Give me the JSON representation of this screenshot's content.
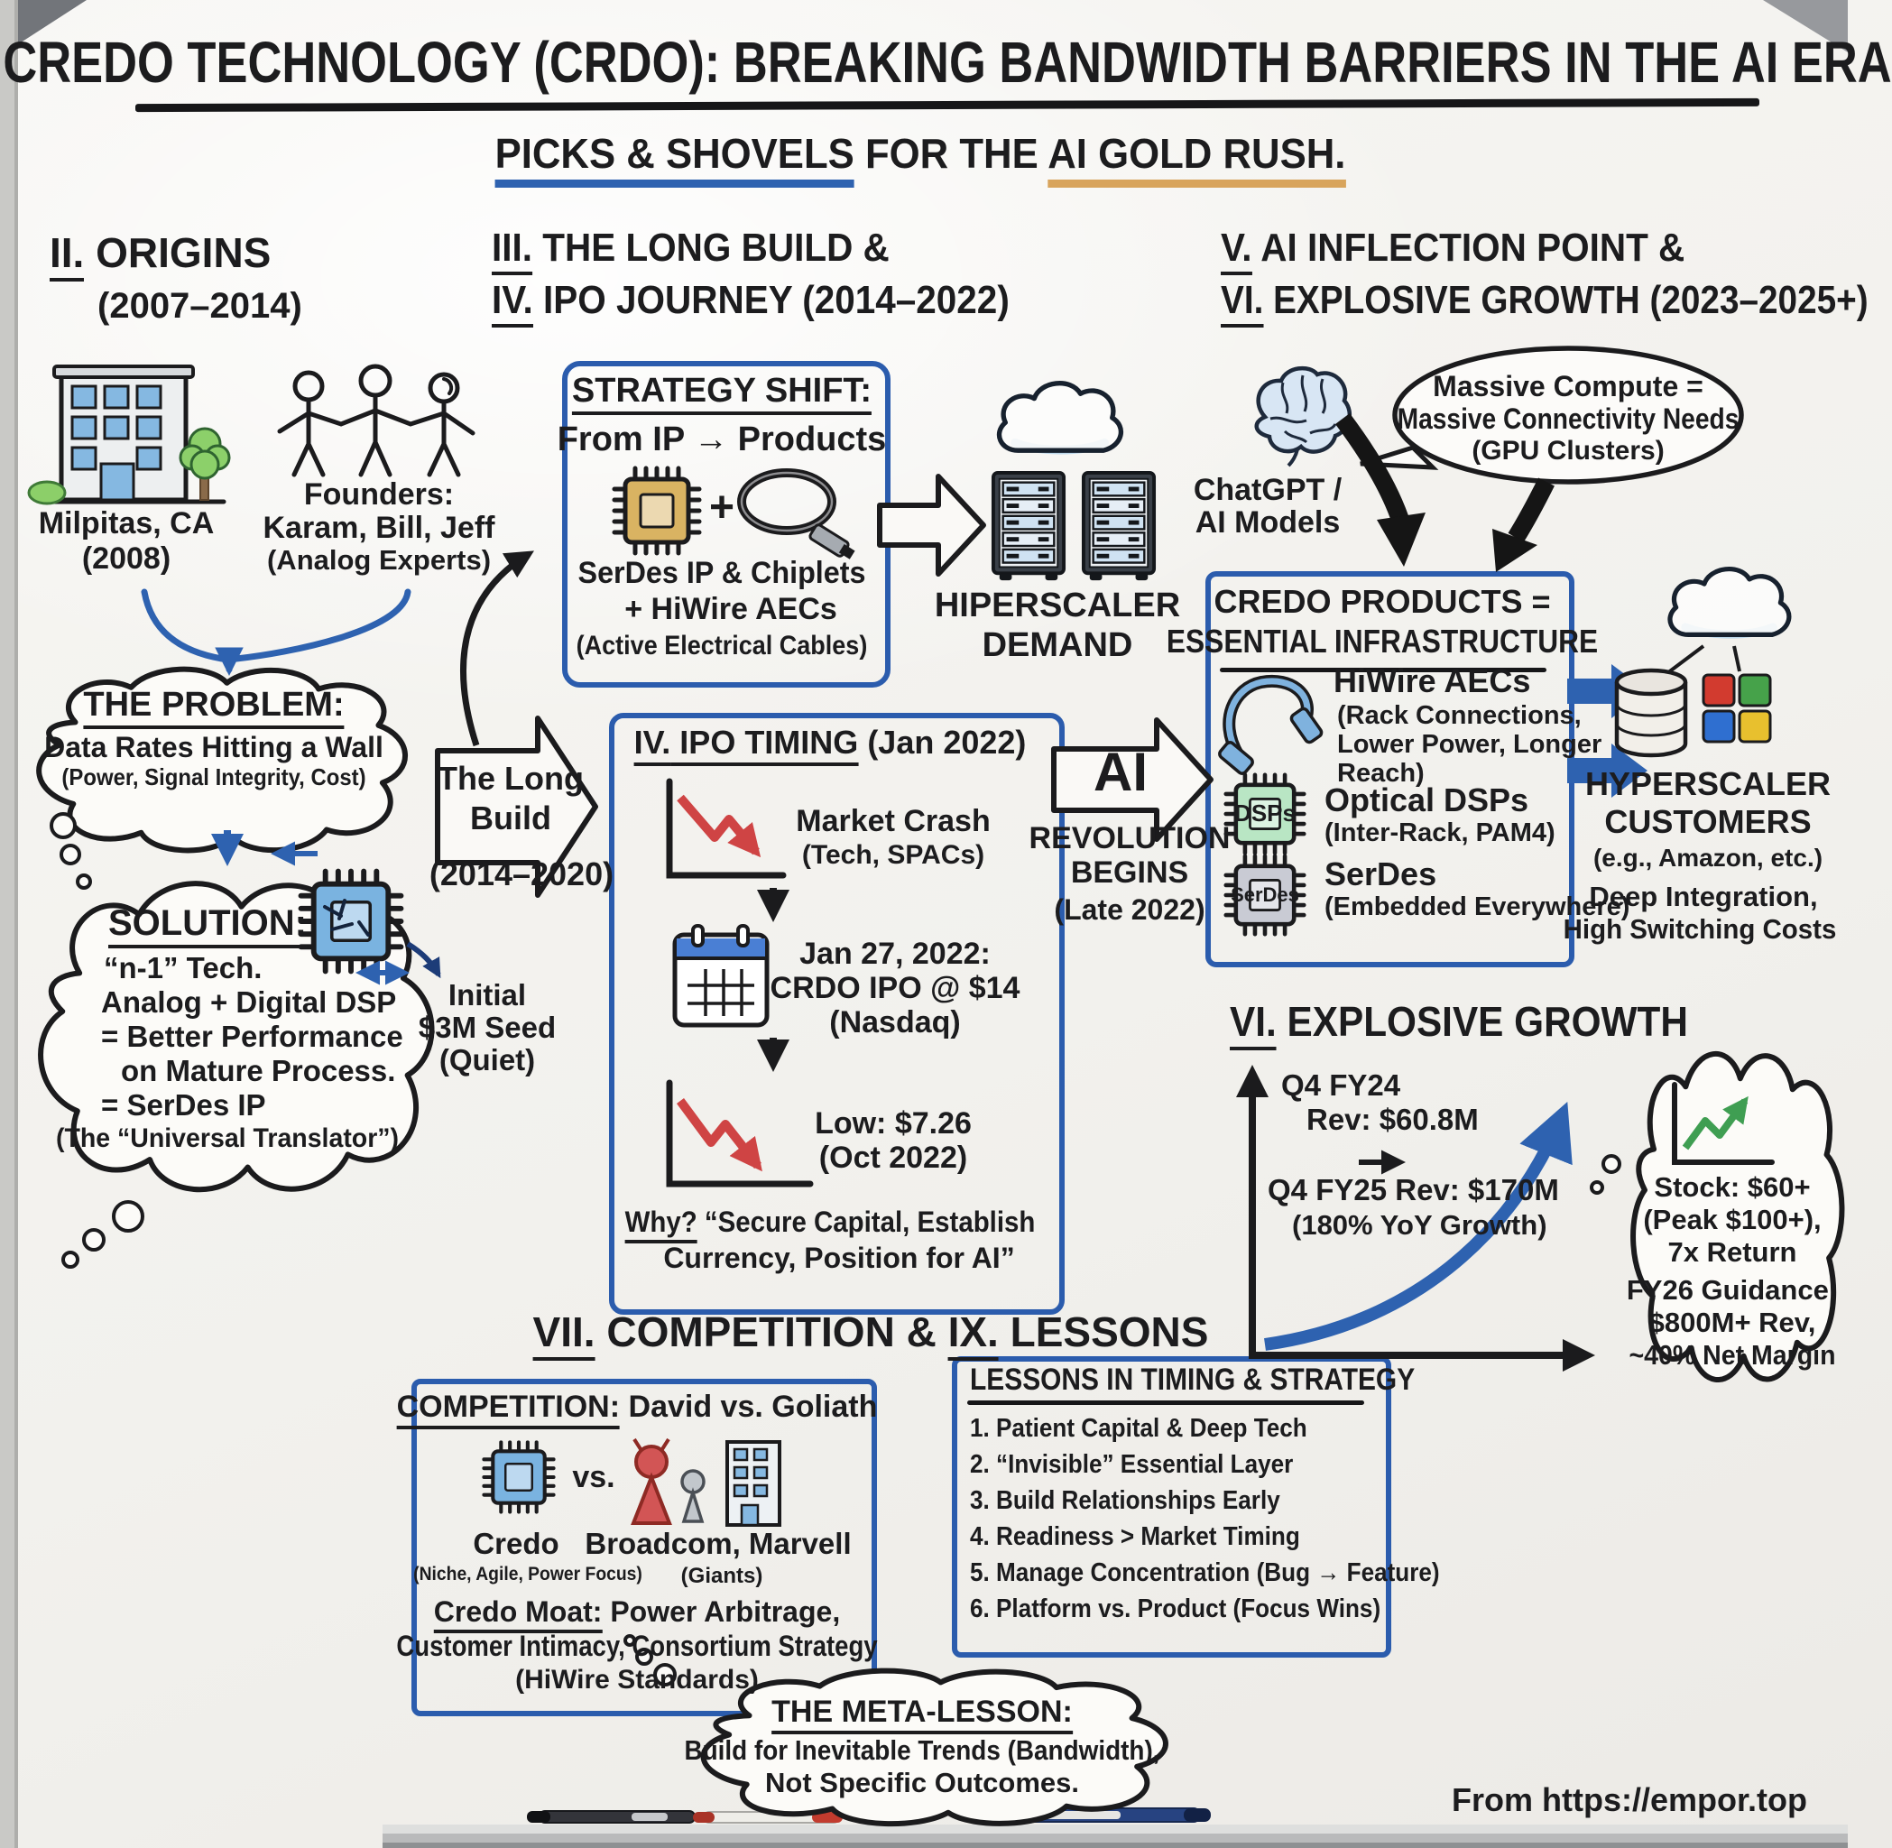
{
  "colors": {
    "ink": "#1c1c1e",
    "blue": "#2e62b0",
    "box_blue": "#2b5cad",
    "red": "#cf4444",
    "tan": "#d8a45c",
    "green": "#3f9e52"
  },
  "header": {
    "title": "CREDO TECHNOLOGY (CRDO): BREAKING BANDWIDTH BARRIERS IN THE AI ERA",
    "subtitle_picks": "PICKS & SHOVELS",
    "subtitle_mid": " FOR THE ",
    "subtitle_gold": "AI GOLD RUSH."
  },
  "origins": {
    "numeral": "II.",
    "heading": " ORIGINS",
    "years": "(2007–2014)",
    "location_line1": "Milpitas, CA",
    "location_line2": "(2008)",
    "founders_label": "Founders:",
    "founders_names": "Karam, Bill, Jeff",
    "founders_note": "(Analog Experts)",
    "problem": {
      "title": "THE PROBLEM:",
      "line1": "Data Rates Hitting a Wall",
      "line2": "(Power, Signal Integrity, Cost)"
    },
    "solution": {
      "title": "SOLUTION:",
      "line1": "“n-1” Tech.",
      "line2": "Analog + Digital DSP",
      "line3": "= Better Performance",
      "line4": "on Mature Process.",
      "line5": "= SerDes IP",
      "line6": "(The “Universal Translator”)"
    },
    "seed_line1": "Initial",
    "seed_line2": "$3M Seed",
    "seed_line3": "(Quiet)"
  },
  "build": {
    "numeral1": "III.",
    "heading1": " THE LONG BUILD &",
    "numeral2": "IV.",
    "heading2": " IPO JOURNEY (2014–2022)",
    "strategy": {
      "title": "STRATEGY SHIFT:",
      "from": "From IP → Products",
      "plus": "+",
      "cap1": "SerDes IP & Chiplets",
      "cap2": "+ HiWire AECs",
      "cap3": "(Active Electrical Cables)"
    },
    "demand_line1": "HIPERSCALER",
    "demand_line2": "DEMAND",
    "arrow_line1": "The Long",
    "arrow_line2": "Build",
    "arrow_years": "(2014–2020)",
    "ipo": {
      "numeral": "IV.",
      "title": " IPO TIMING",
      "title_date": " (Jan 2022)",
      "crash1": "Market Crash",
      "crash2": "(Tech, SPACs)",
      "date1": "Jan 27, 2022:",
      "date2": "CRDO IPO @ $14",
      "date3": "(Nasdaq)",
      "low1": "Low: $7.26",
      "low2": "(Oct 2022)",
      "why_label": "Why?",
      "why1": " “Secure Capital, Establish",
      "why2": "Currency, Position for AI”"
    },
    "revolution": {
      "big": "AI",
      "line1": "REVOLUTION",
      "line2": "BEGINS",
      "line3": "(Late 2022)"
    }
  },
  "inflection": {
    "numeral1": "V.",
    "heading1": " AI INFLECTION POINT &",
    "numeral2": "VI.",
    "heading2": " EXPLOSIVE GROWTH (2023–2025+)",
    "chatgpt_line1": "ChatGPT /",
    "chatgpt_line2": "AI Models",
    "bubble_line1": "Massive Compute =",
    "bubble_line2": "Massive Connectivity Needs",
    "bubble_line3": "(GPU Clusters)",
    "products": {
      "title1": "CREDO PRODUCTS =",
      "title2": "ESSENTIAL INFRASTRUCTURE",
      "item1_name": "HiWire AECs",
      "item1_d1": "(Rack Connections,",
      "item1_d2": "Lower Power, Longer",
      "item1_d3": "Reach)",
      "chip2_label": "DSPs",
      "item2_name": "Optical DSPs",
      "item2_d1": "(Inter-Rack, PAM4)",
      "chip3_label": "SerDes",
      "item3_name": "SerDes",
      "item3_d1": "(Embedded Everywhere)"
    },
    "customers": {
      "line1": "HYPERSCALER",
      "line2": "CUSTOMERS",
      "line3": "(e.g., Amazon, etc.)",
      "line4": "Deep Integration,",
      "line5": "High Switching Costs"
    },
    "growth": {
      "numeral": "VI.",
      "heading": " EXPLOSIVE GROWTH",
      "fy24_1": "Q4 FY24",
      "fy24_2": "Rev: $60.8M",
      "fy25": "Q4 FY25 Rev: $170M",
      "fy25_note": "(180% YoY Growth)"
    },
    "stock": {
      "line1": "Stock: $60+",
      "line2": "(Peak $100+),",
      "line3": "7x Return",
      "line4": "FY26 Guidance:",
      "line5": "$800M+ Rev,",
      "line6": "~40% Net Margin"
    }
  },
  "bottom": {
    "numeral1": "VII.",
    "heading1": " COMPETITION & ",
    "numeral2": "IX.",
    "heading2": " LESSONS",
    "competition": {
      "label": "COMPETITION:",
      "title": " David vs. Goliath",
      "vs": "vs.",
      "credo": "Credo",
      "credo_note": "(Niche, Agile, Power Focus)",
      "rivals": "Broadcom, Marvell",
      "rivals_note": "(Giants)",
      "moat_label": "Credo Moat:",
      "moat1": " Power Arbitrage,",
      "moat2": "Customer Intimacy, Consortium Strategy",
      "moat3": "(HiWire Standards)"
    },
    "lessons": {
      "title": "LESSONS IN TIMING & STRAT EGY",
      "items": [
        "1. Patient Capital & Deep Tech",
        "2. “Invisible” Essential Layer",
        "3. Build Relationships Early",
        "4. Readiness > Market Timing",
        "5. Manage Concentration (Bug → Feature)",
        "6. Platform vs. Product (Focus Wins)"
      ]
    },
    "meta": {
      "title": "THE META-LESSON:",
      "line1": "Build for Inevitable Trends (Bandwidth),",
      "line2": "Not Specific Outcomes."
    },
    "source": "From https://empor.top"
  }
}
